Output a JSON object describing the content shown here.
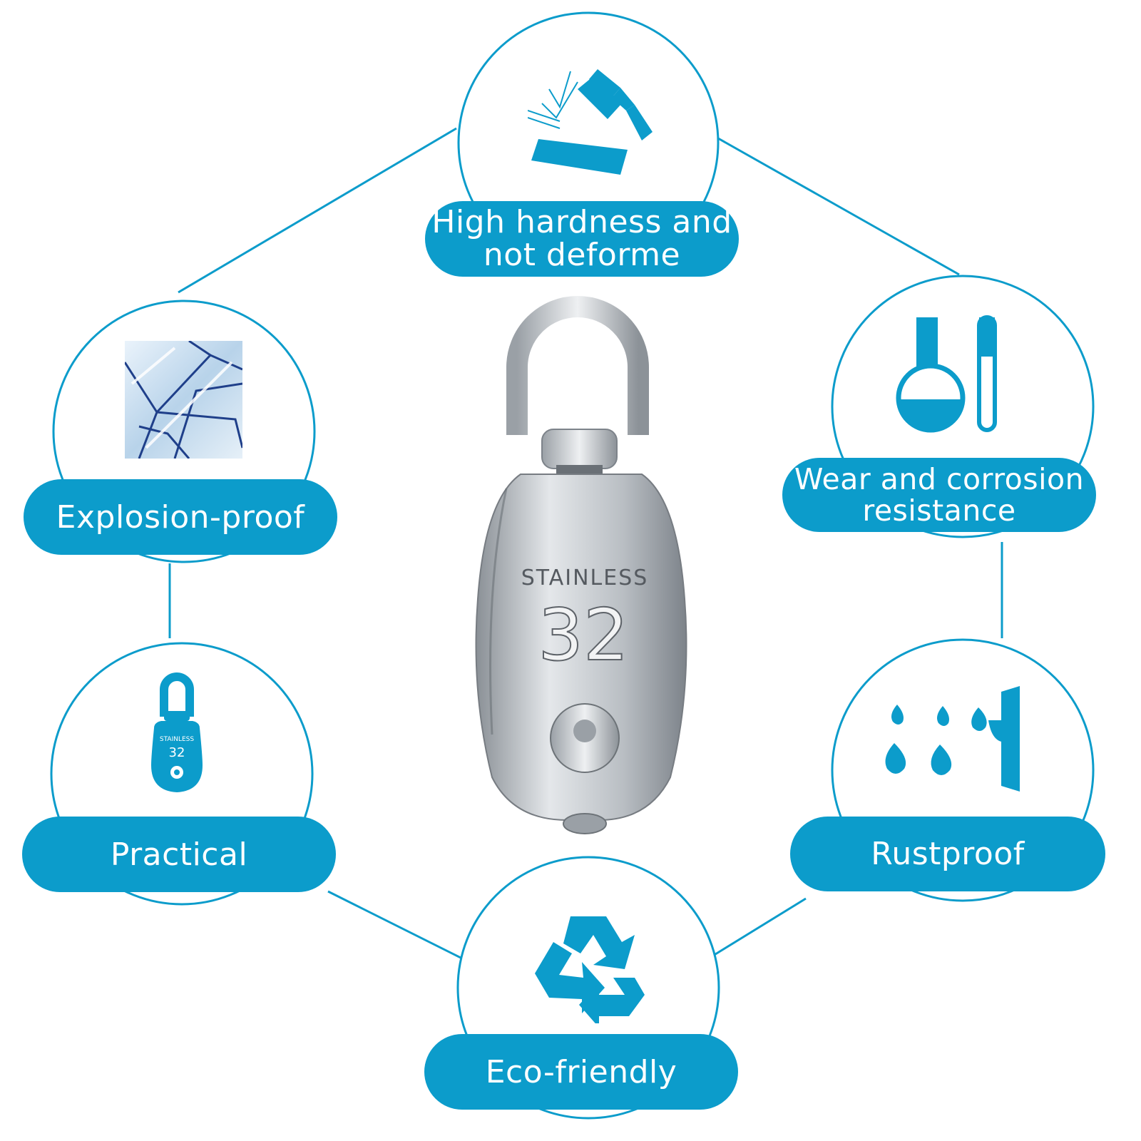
{
  "theme": {
    "accent": "#0c9ccb",
    "metal_light": "#e4e7ea",
    "metal_dark": "#8a9096"
  },
  "features": [
    {
      "id": "hardness",
      "line1": "High hardness and",
      "line2": "not deforme",
      "icon": "hammer-icon"
    },
    {
      "id": "corrosion",
      "line1": "Wear and corrosion",
      "line2": "resistance",
      "icon": "flask-test-tube-icon"
    },
    {
      "id": "rustproof",
      "label": "Rustproof",
      "icon": "water-drops-icon"
    },
    {
      "id": "eco",
      "label": "Eco-friendly",
      "icon": "recycle-icon"
    },
    {
      "id": "practical",
      "label": "Practical",
      "icon": "pulley-icon"
    },
    {
      "id": "explosion",
      "label": "Explosion-proof",
      "icon": "cracked-glass-icon"
    }
  ],
  "product": {
    "stamp_text": "STAINLESS",
    "stamp_number": "32"
  },
  "practical_icon": {
    "stamp_text": "STAINLESS",
    "stamp_number": "32"
  }
}
